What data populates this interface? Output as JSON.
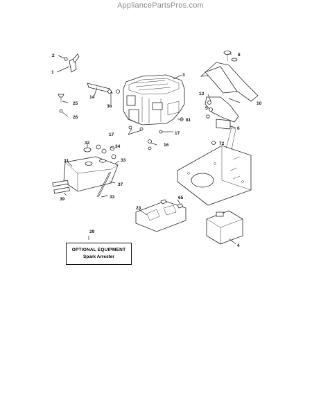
{
  "header": {
    "site": "AppliancePartsPros.com"
  },
  "callouts": [
    {
      "label": "1"
    },
    {
      "label": "2"
    },
    {
      "label": "3"
    },
    {
      "label": "4"
    },
    {
      "label": "5"
    },
    {
      "label": "6"
    },
    {
      "label": "8"
    },
    {
      "label": "10"
    },
    {
      "label": "13"
    },
    {
      "label": "14"
    },
    {
      "label": "16"
    },
    {
      "label": "17"
    },
    {
      "label": "17"
    },
    {
      "label": "23"
    },
    {
      "label": "25"
    },
    {
      "label": "26"
    },
    {
      "label": "29"
    },
    {
      "label": "31"
    },
    {
      "label": "32"
    },
    {
      "label": "33"
    },
    {
      "label": "33"
    },
    {
      "label": "34"
    },
    {
      "label": "37"
    },
    {
      "label": "38"
    },
    {
      "label": "39"
    },
    {
      "label": "65"
    },
    {
      "label": "72"
    },
    {
      "label": "81"
    }
  ],
  "optional_box": {
    "title": "OPTIONAL EQUIPMENT",
    "item": "Spark Arrester"
  }
}
